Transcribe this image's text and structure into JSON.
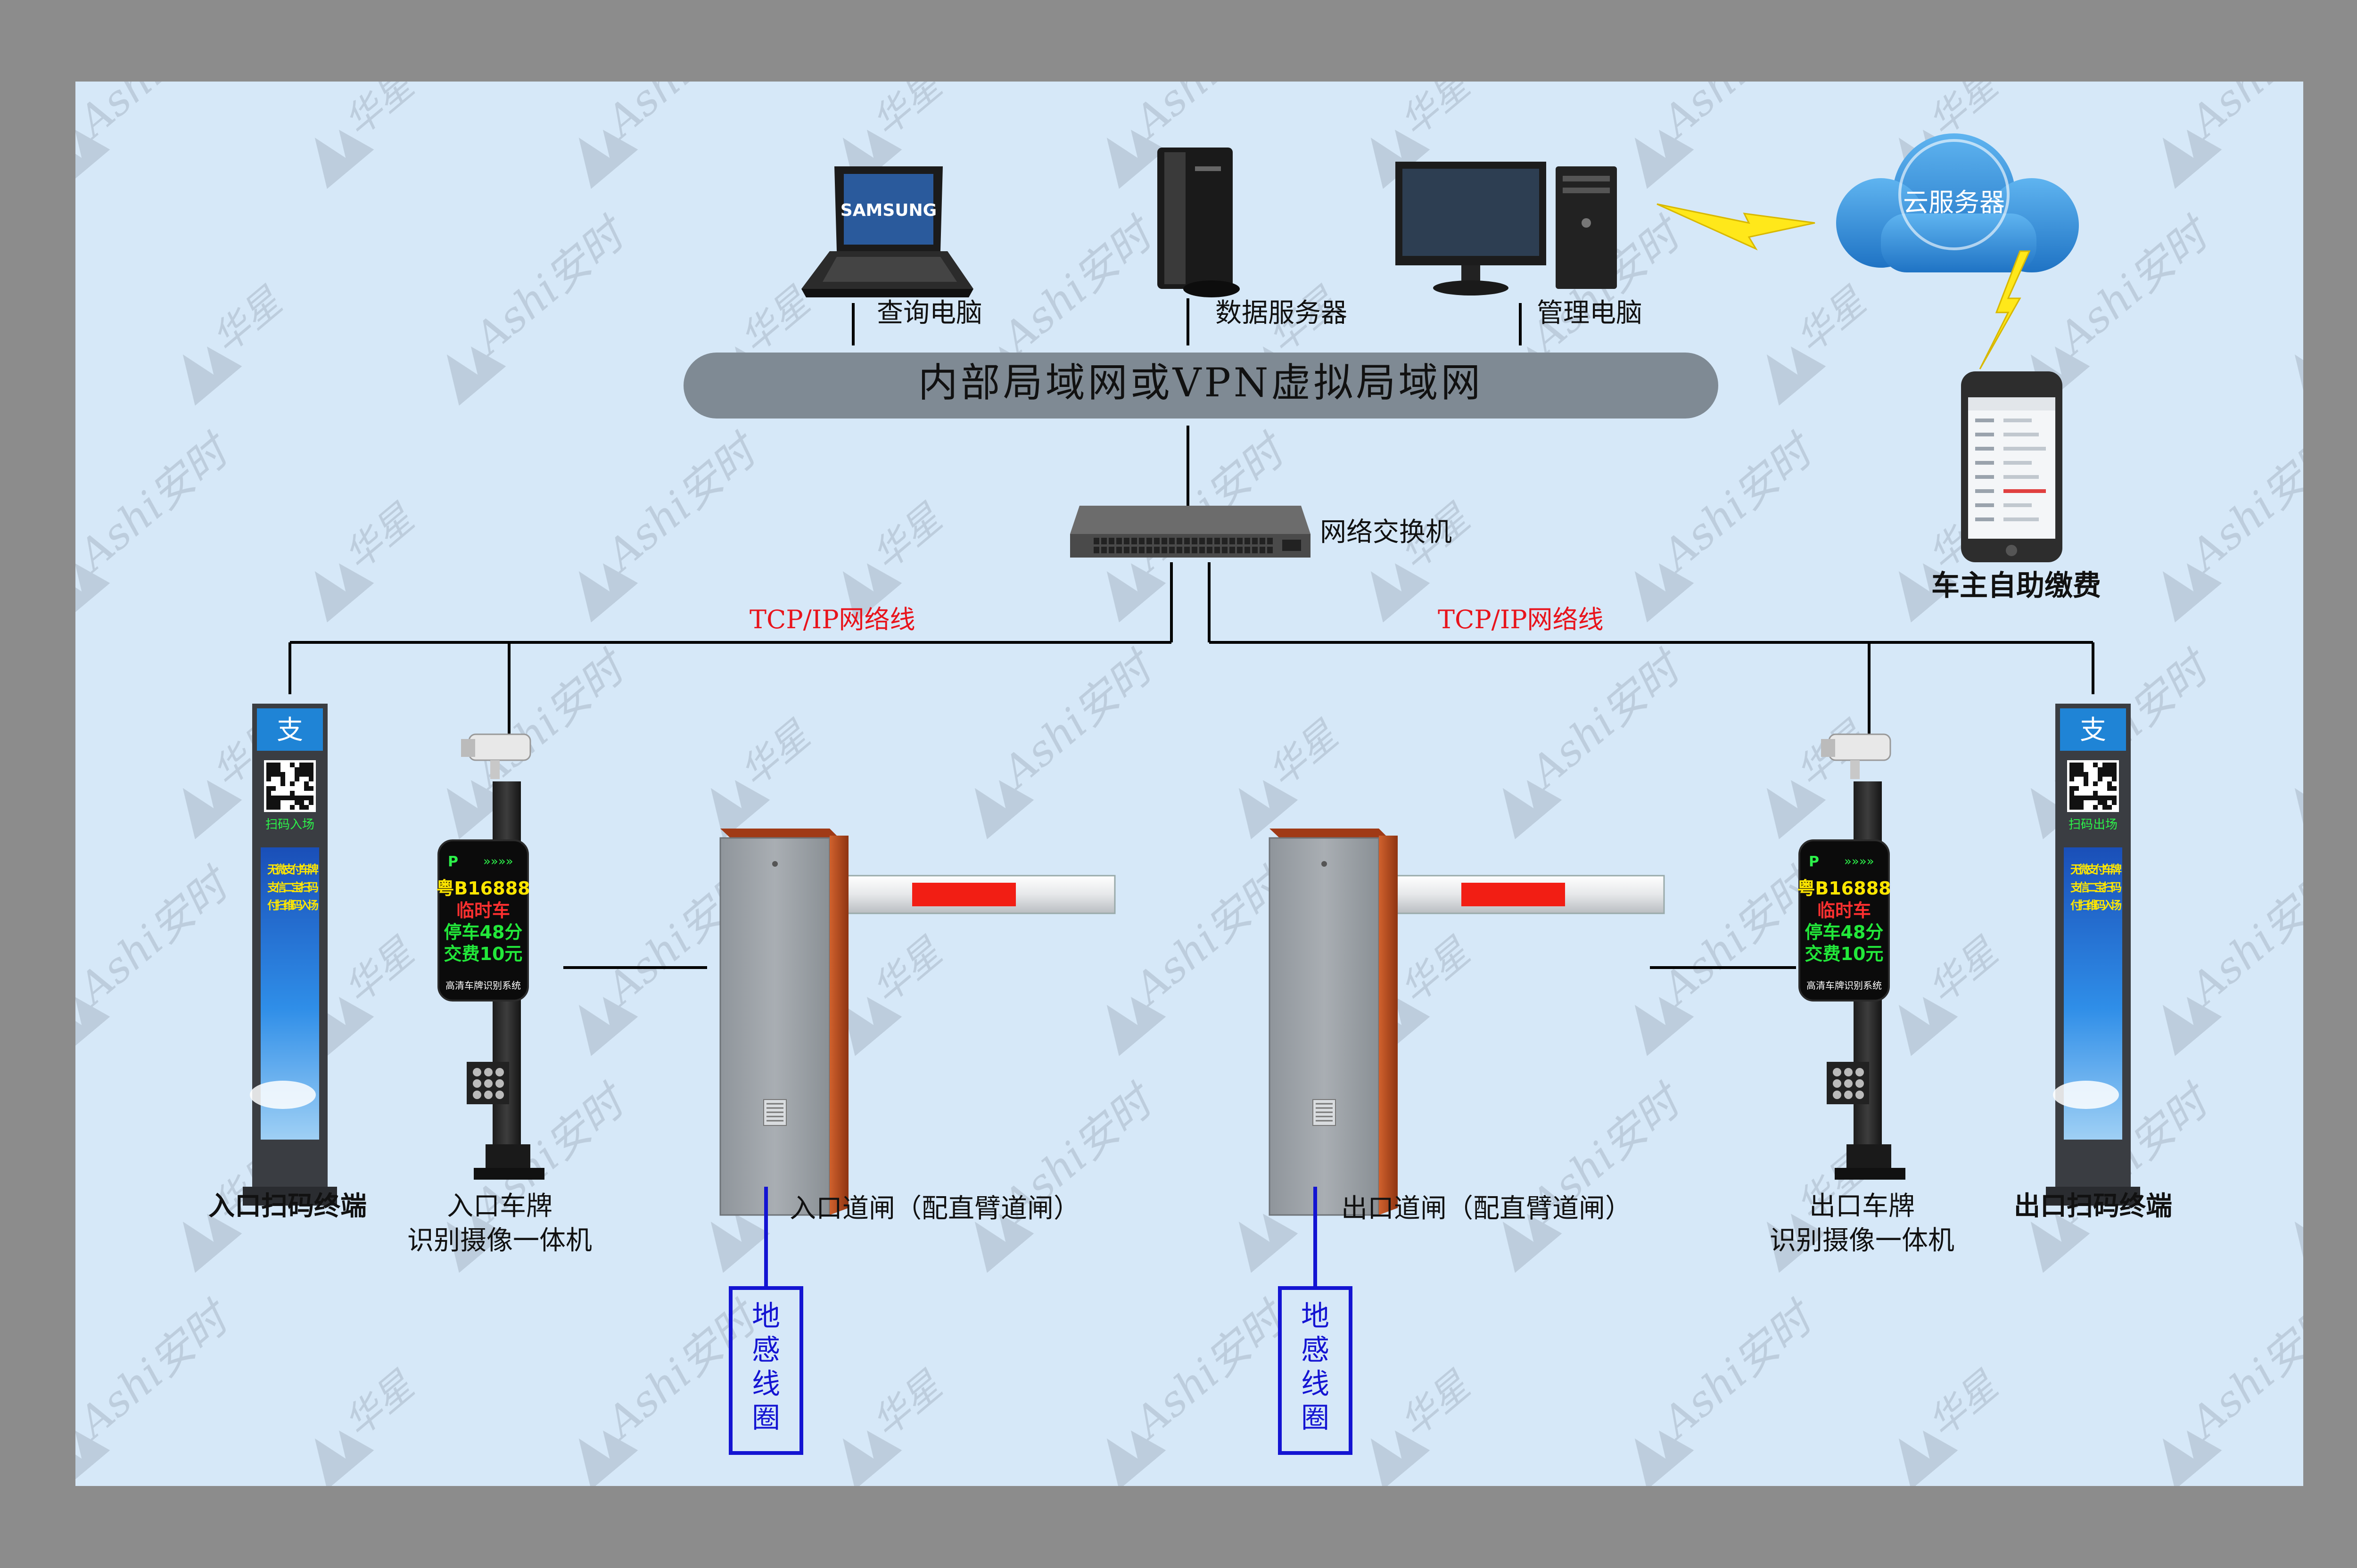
{
  "network": {
    "lan_label": "内部局域网或VPN虚拟局域网",
    "switch_label": "网络交换机",
    "tcp_label_left": "TCP/IP网络线",
    "tcp_label_right": "TCP/IP网络线"
  },
  "top_devices": {
    "laptop_label": "查询电脑",
    "laptop_brand": "SAMSUNG",
    "server_label": "数据服务器",
    "desktop_label": "管理电脑"
  },
  "cloud": {
    "label": "云服务器",
    "phone_label": "车主自助缴费"
  },
  "entry": {
    "terminal_label": "入口扫码终端",
    "terminal_scan_text": "扫码入场",
    "camera_label_line1": "入口车牌",
    "camera_label_line2": "识别摄像一体机",
    "gate_label": "入口道闸（配直臂道闸）",
    "loop_label": "地感线圈"
  },
  "exit": {
    "terminal_label": "出口扫码终端",
    "terminal_scan_text": "扫码出场",
    "camera_label_line1": "出口车牌",
    "camera_label_line2": "识别摄像一体机",
    "gate_label": "出口道闸（配直臂道闸）",
    "loop_label": "地感线圈"
  },
  "display": {
    "plate": "粤B16888",
    "type": "临时车",
    "duration": "停车48分",
    "fee": "交费10元",
    "footer": "高清车牌识别系统",
    "parking_mark": "P"
  },
  "terminal_screen_columns": [
    "无支付",
    "微信扫",
    "支二维",
    "付宝码",
    "车扫入",
    "牌码场"
  ],
  "alipay_char": "支",
  "watermark": {
    "text1": "Ashi安时",
    "text2": "华星"
  },
  "colors": {
    "background": "#d6e8f8",
    "frame": "#8c8c8c",
    "lan_bar": "#7f8a94",
    "tcp_text": "#e8141c",
    "loop_border": "#1414d2",
    "loop_text": "#1414d2",
    "gate_cabinet": "#9aa0a6",
    "gate_side": "#b8461e",
    "barrier_stripe": "#f21e14",
    "cloud": "#2a86d8",
    "led_plate": "#ffe600",
    "led_green": "#22e83a",
    "led_red": "#ff3030"
  }
}
